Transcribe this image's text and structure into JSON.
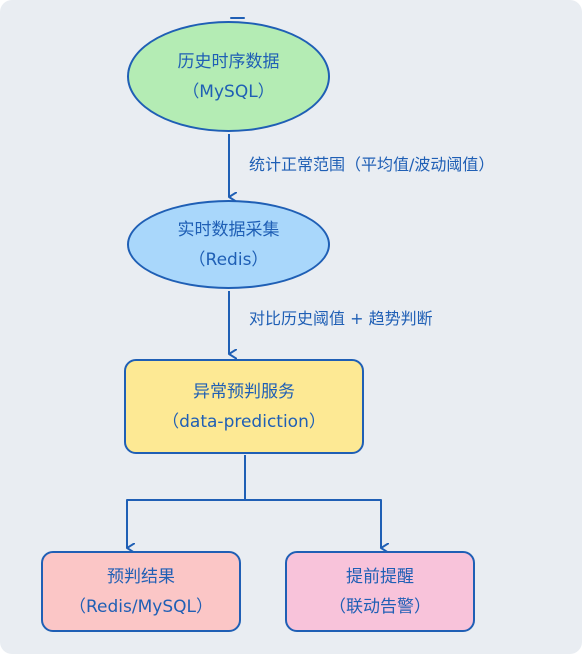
{
  "nodes": {
    "history": {
      "title": "历史时序数据",
      "subtitle": "（MySQL）"
    },
    "realtime": {
      "title": "实时数据采集",
      "subtitle": "（Redis）"
    },
    "predict": {
      "title": "异常预判服务",
      "subtitle": "（data-prediction）"
    },
    "result": {
      "title": "预判结果",
      "subtitle": "（Redis/MySQL）"
    },
    "alert": {
      "title": "提前提醒",
      "subtitle": "（联动告警）"
    }
  },
  "edges": {
    "history_to_realtime": "统计正常范围（平均值/波动阈值）",
    "realtime_to_predict": "对比历史阈值 + 趋势判断"
  },
  "colors": {
    "stroke": "#1f5fb5",
    "background": "#e9edf2",
    "history_fill": "#b4ecb4",
    "realtime_fill": "#a9d7fb",
    "predict_fill": "#fde994",
    "result_fill": "#fbc6c6",
    "alert_fill": "#f8c3da"
  }
}
